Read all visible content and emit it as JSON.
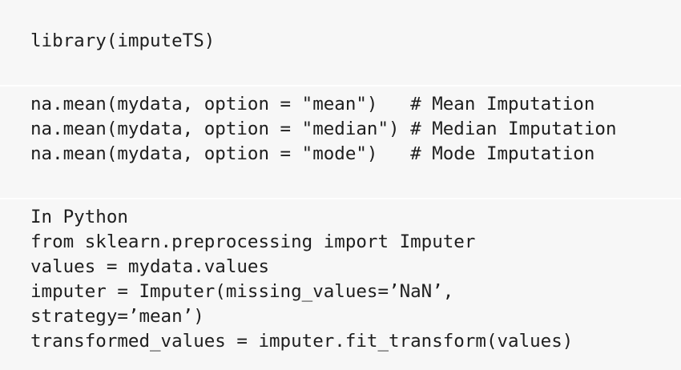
{
  "code_blocks": [
    {
      "lines": [
        "library(imputeTS)"
      ]
    },
    {
      "lines": [
        "na.mean(mydata, option = \"mean\")   # Mean Imputation",
        "na.mean(mydata, option = \"median\") # Median Imputation",
        "na.mean(mydata, option = \"mode\")   # Mode Imputation"
      ]
    },
    {
      "lines": [
        "In Python",
        "from sklearn.preprocessing import Imputer",
        "values = mydata.values",
        "imputer = Imputer(missing_values=’NaN’,",
        "strategy=’mean’)",
        "transformed_values = imputer.fit_transform(values)"
      ]
    }
  ]
}
